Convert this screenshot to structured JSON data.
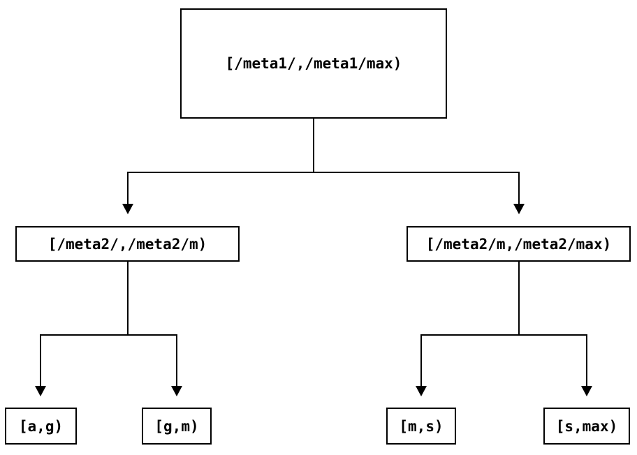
{
  "diagram": {
    "type": "tree",
    "colors": {
      "background": "#ffffff",
      "line": "#000000",
      "box_border": "#000000",
      "text": "#000000"
    }
  },
  "tree": {
    "label": "[/meta1/,/meta1/max)",
    "children": [
      {
        "label": "[/meta2/,/meta2/m)",
        "children": [
          {
            "label": "[a,g)"
          },
          {
            "label": "[g,m)"
          }
        ]
      },
      {
        "label": "[/meta2/m,/meta2/max)",
        "children": [
          {
            "label": "[m,s)"
          },
          {
            "label": "[s,max)"
          }
        ]
      }
    ]
  }
}
